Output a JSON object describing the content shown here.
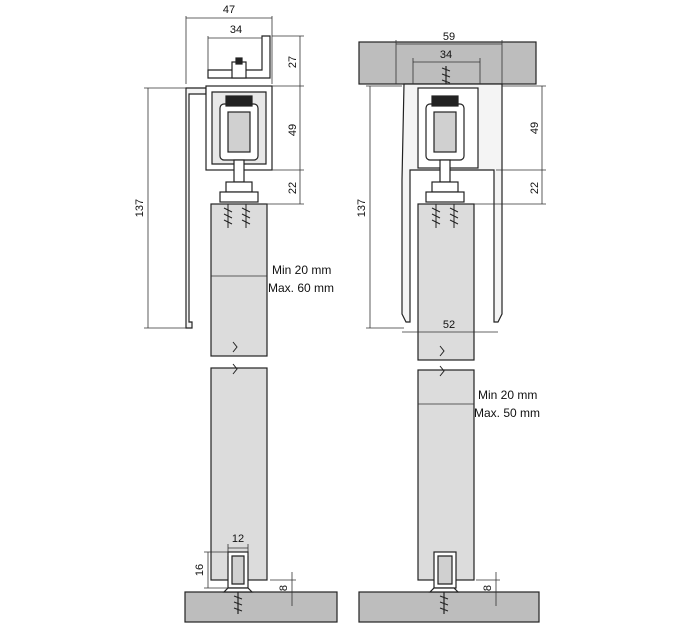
{
  "colors": {
    "line": "#222222",
    "door_fill": "#dcdcdc",
    "ceiling_fill": "#bdbdbd",
    "floor_fill": "#bdbdbd",
    "dim_line": "#333333"
  },
  "left": {
    "dims": {
      "top_width": "47",
      "top_inner": "34",
      "right_top": "27",
      "right_mid": "49",
      "right_low": "22",
      "left_height": "137",
      "guide_width": "12",
      "guide_height": "16",
      "floor_gap": "8"
    },
    "note_line1": "Min 20 mm",
    "note_line2": "Max. 60 mm"
  },
  "right": {
    "dims": {
      "top_width": "59",
      "top_inner": "34",
      "right_mid": "49",
      "right_low": "22",
      "left_height": "137",
      "bottom_width": "52",
      "floor_gap": "8"
    },
    "note_line1": "Min 20 mm",
    "note_line2": "Max. 50 mm"
  }
}
